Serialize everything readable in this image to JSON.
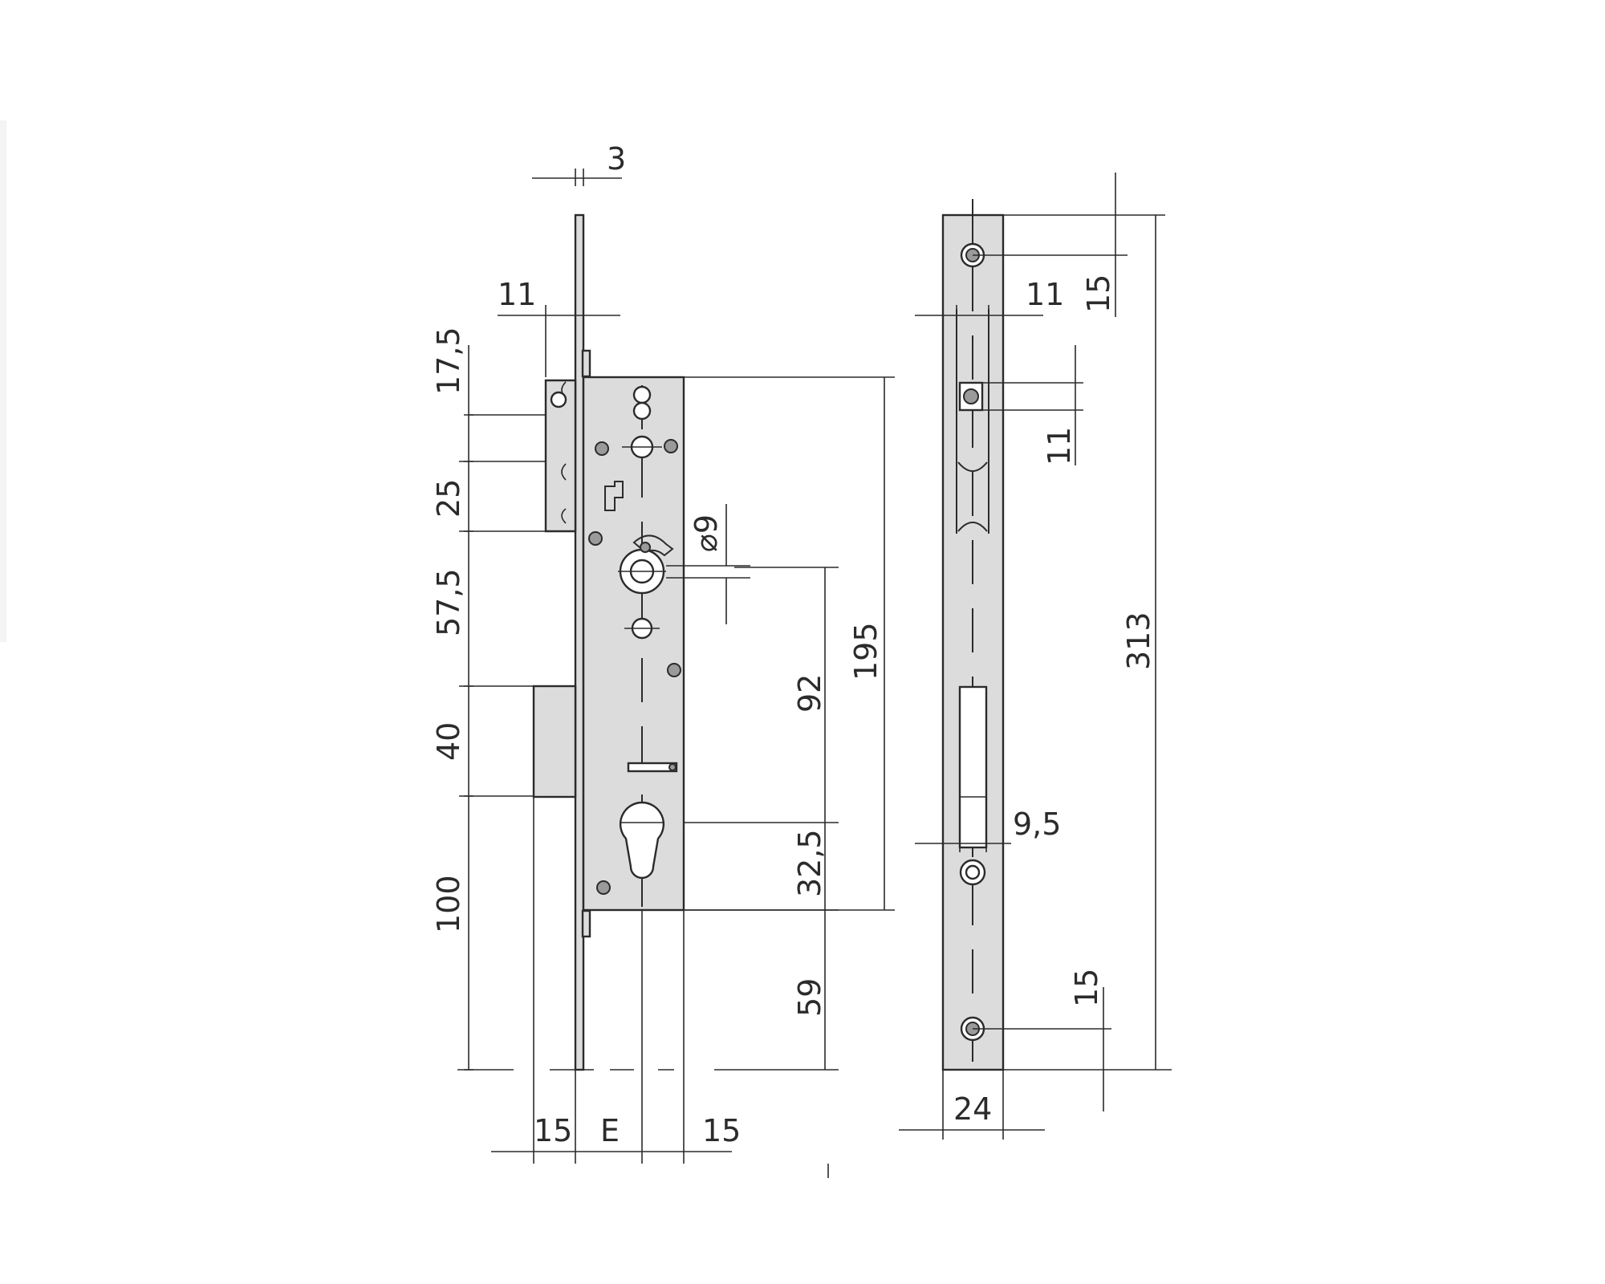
{
  "side_view": {
    "dimensions": {
      "faceplate_thickness": "3",
      "forend_offset": "11",
      "latch_top": "17,5",
      "latch_height": "25",
      "latch_to_bolt": "57,5",
      "bolt_height": "40",
      "bolt_to_bottom": "100",
      "bolt_throw": "15",
      "backset": "E",
      "case_rear": "15",
      "follower_square": "⌀9",
      "follower_to_cylinder": "92",
      "case_height": "195",
      "cylinder_to_case_bottom": "32,5",
      "case_to_plate_bottom": "59"
    }
  },
  "front_view": {
    "dimensions": {
      "hole_top": "15",
      "latch_offset": "11",
      "latch_window": "11",
      "plate_length": "313",
      "bolt_window_offset": "9,5",
      "hole_bottom": "15",
      "plate_width": "24"
    }
  }
}
